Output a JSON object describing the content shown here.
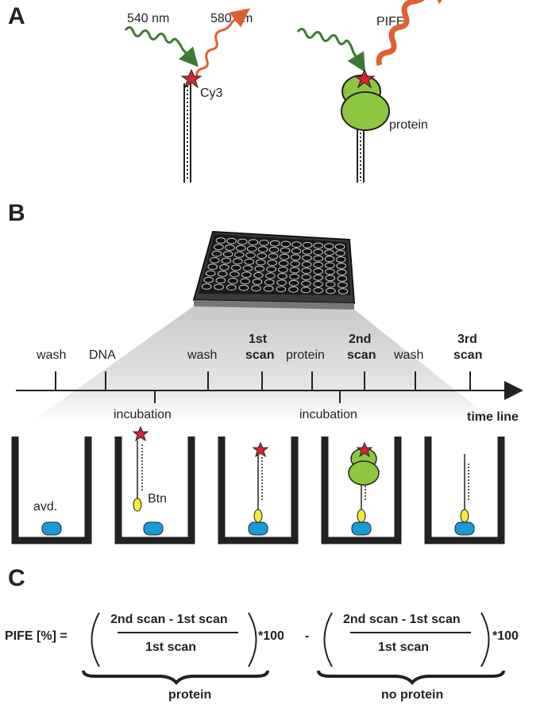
{
  "panels": {
    "a": {
      "letter": "A",
      "excite": "540 nm",
      "emit": "580 nm",
      "dye": "Cy3",
      "pife": "PIFE",
      "protein": "protein"
    },
    "b": {
      "letter": "B",
      "timeline": "time line",
      "events_top": [
        "wash",
        "DNA",
        "wash",
        "protein",
        "wash"
      ],
      "scans": [
        [
          "1st",
          "scan"
        ],
        [
          "2nd",
          "scan"
        ],
        [
          "3rd",
          "scan"
        ]
      ],
      "events_bottom": [
        "incubation",
        "incubation"
      ],
      "well_labels": {
        "avidin": "avd.",
        "biotin": "Btn"
      }
    },
    "c": {
      "letter": "C",
      "lhs": "PIFE [%] =",
      "numerator": "2nd scan - 1st scan",
      "denominator": "1st scan",
      "multiplier": "*100",
      "minus": "-",
      "brace_left": "protein",
      "brace_right": "no protein"
    }
  },
  "colors": {
    "green_wave": "#3d7a30",
    "orange_wave": "#e06030",
    "star": "#d62430",
    "protein": "#8dc63f",
    "avidin": "#1a9ad6",
    "biotin": "#f5e93b",
    "well": "#222222"
  }
}
